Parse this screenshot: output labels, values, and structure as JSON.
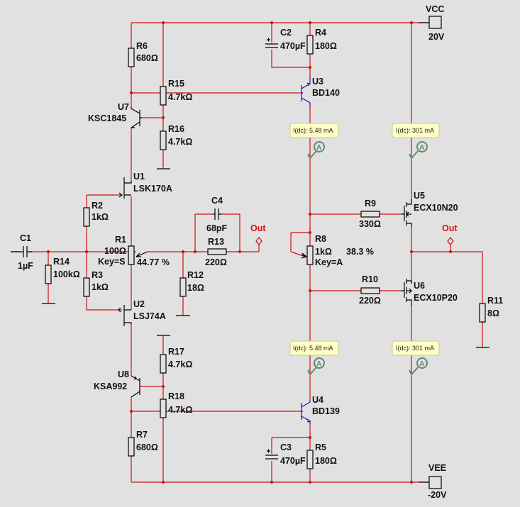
{
  "components": {
    "C1": {
      "ref": "C1",
      "value": "1µF"
    },
    "C2": {
      "ref": "C2",
      "value": "470µF"
    },
    "C3": {
      "ref": "C3",
      "value": "470µF"
    },
    "C4": {
      "ref": "C4",
      "value": "68pF"
    },
    "R1": {
      "ref": "R1",
      "value": "100Ω",
      "key": "Key=S",
      "setting": "44.77 %"
    },
    "R2": {
      "ref": "R2",
      "value": "1kΩ"
    },
    "R3": {
      "ref": "R3",
      "value": "1kΩ"
    },
    "R4": {
      "ref": "R4",
      "value": "180Ω"
    },
    "R5": {
      "ref": "R5",
      "value": "180Ω"
    },
    "R6": {
      "ref": "R6",
      "value": "680Ω"
    },
    "R7": {
      "ref": "R7",
      "value": "680Ω"
    },
    "R8": {
      "ref": "R8",
      "value": "1kΩ",
      "key": "Key=A",
      "setting": "38.3 %"
    },
    "R9": {
      "ref": "R9",
      "value": "330Ω"
    },
    "R10": {
      "ref": "R10",
      "value": "220Ω"
    },
    "R11": {
      "ref": "R11",
      "value": "8Ω"
    },
    "R12": {
      "ref": "R12",
      "value": "18Ω"
    },
    "R13": {
      "ref": "R13",
      "value": "220Ω"
    },
    "R14": {
      "ref": "R14",
      "value": "100kΩ"
    },
    "R15": {
      "ref": "R15",
      "value": "4.7kΩ"
    },
    "R16": {
      "ref": "R16",
      "value": "4.7kΩ"
    },
    "R17": {
      "ref": "R17",
      "value": "4.7kΩ"
    },
    "R18": {
      "ref": "R18",
      "value": "4.7kΩ"
    },
    "U1": {
      "ref": "U1",
      "value": "LSK170A"
    },
    "U2": {
      "ref": "U2",
      "value": "LSJ74A"
    },
    "U3": {
      "ref": "U3",
      "value": "BD140"
    },
    "U4": {
      "ref": "U4",
      "value": "BD139"
    },
    "U5": {
      "ref": "U5",
      "value": "ECX10N20"
    },
    "U6": {
      "ref": "U6",
      "value": "ECX10P20"
    },
    "U7": {
      "ref": "U7",
      "value": "KSC1845"
    },
    "U8": {
      "ref": "U8",
      "value": "KSA992"
    }
  },
  "supplies": {
    "vcc": {
      "label": "VCC",
      "value": "20V"
    },
    "vee": {
      "label": "VEE",
      "value": "-20V"
    }
  },
  "probes": {
    "out_label": "Out",
    "ammeter_symbol": "A",
    "readings": [
      "I(dc): 5.48 mA",
      "I(dc): 301 mA",
      "I(dc): 5.48 mA",
      "I(dc): 301 mA"
    ]
  },
  "colors": {
    "wire": "#d01010",
    "background": "#e1e1e1",
    "probe_tip": "#ffffc4",
    "ammeter": "#5d8c6c"
  }
}
